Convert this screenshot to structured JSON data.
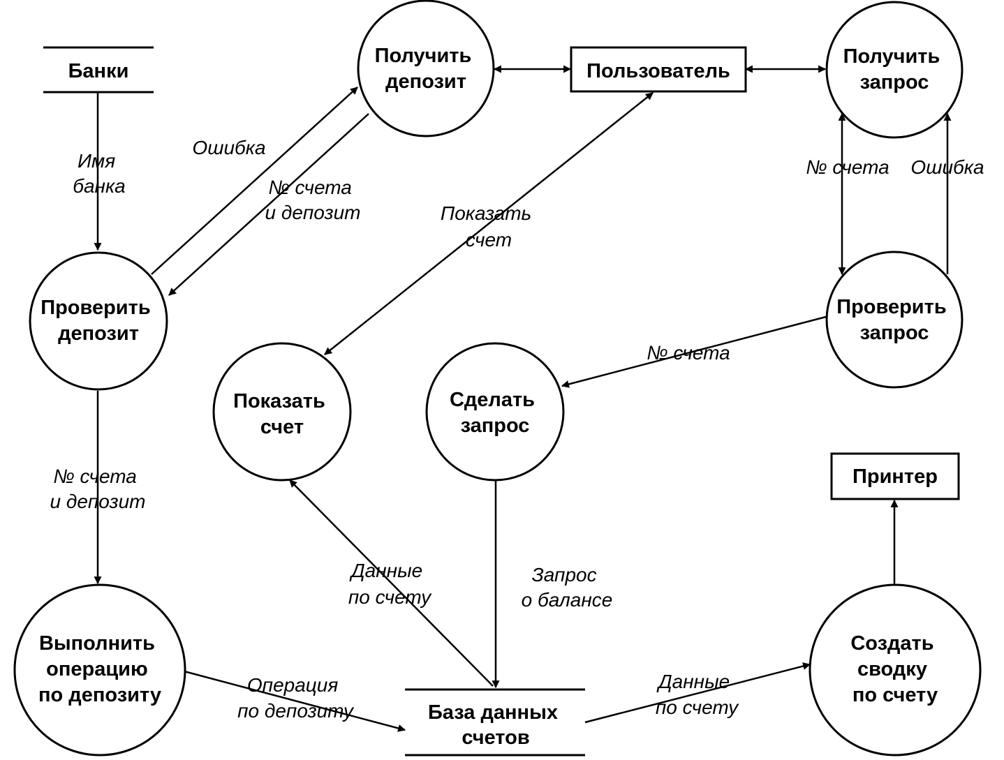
{
  "diagram": {
    "processes": {
      "get_deposit": [
        "Получить",
        "депозит"
      ],
      "get_request": [
        "Получить",
        "запрос"
      ],
      "check_deposit": [
        "Проверить",
        "депозит"
      ],
      "check_request": [
        "Проверить",
        "запрос"
      ],
      "show_account": [
        "Показать",
        "счет"
      ],
      "make_request": [
        "Сделать",
        "запрос"
      ],
      "perform_operation": [
        "Выполнить",
        "операцию",
        "по депозиту"
      ],
      "create_summary": [
        "Создать",
        "сводку",
        "по счету"
      ]
    },
    "entities": {
      "user": "Пользователь",
      "printer": "Принтер"
    },
    "stores": {
      "banks": [
        "Банки"
      ],
      "accounts_db": [
        "База данных",
        "счетов"
      ]
    },
    "flows": {
      "bank_name": [
        "Имя",
        "банка"
      ],
      "error_left": [
        "Ошибка"
      ],
      "account_and_deposit_top": [
        "№ счета",
        "и депозит"
      ],
      "show_account": [
        "Показать",
        "счет"
      ],
      "account_no_right": [
        "№ счета"
      ],
      "error_right": [
        "Ошибка"
      ],
      "account_no_mid": [
        "№ счета"
      ],
      "account_and_deposit_left": [
        "№ счета",
        "и депозит"
      ],
      "account_data_left": [
        "Данные",
        "по счету"
      ],
      "balance_request": [
        "Запрос",
        "о балансе"
      ],
      "deposit_operation": [
        "Операция",
        "по депозиту"
      ],
      "account_data_right": [
        "Данные",
        "по счету"
      ]
    }
  }
}
